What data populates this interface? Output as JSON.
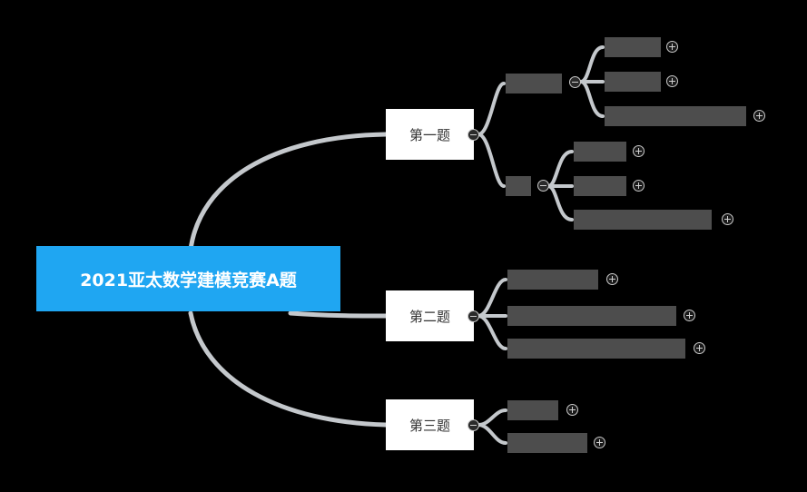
{
  "mindmap": {
    "root": "2021亚太数学建模竞赛A题",
    "branches": [
      {
        "label": "第一题"
      },
      {
        "label": "第二题"
      },
      {
        "label": "第三题"
      }
    ]
  },
  "colors": {
    "root_fill": "#1fa6f2",
    "branch_fill": "#ffffff",
    "leaf_fill": "#4d4d4d",
    "connector": "#c4c8cc"
  },
  "icons": [
    "collapse-icon",
    "expand-icon"
  ]
}
